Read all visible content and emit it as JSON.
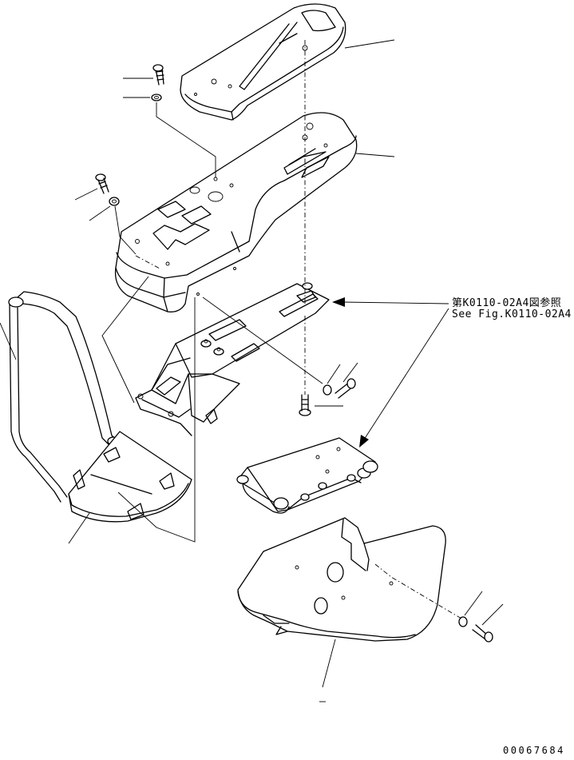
{
  "reference": {
    "japanese": "第K0110-02A4図参照",
    "english": "See Fig.K0110-02A4"
  },
  "drawing_number": "00067684",
  "colors": {
    "line": "#000000",
    "background": "#ffffff"
  }
}
